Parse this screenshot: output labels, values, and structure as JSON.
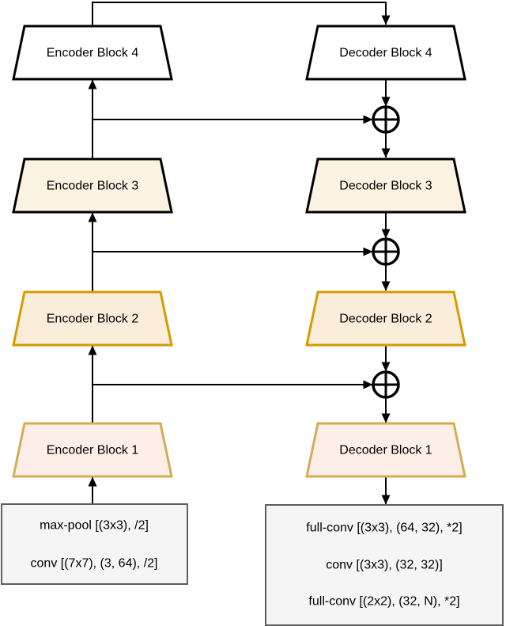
{
  "figure": {
    "description": "Encoder-decoder convolutional network architecture diagram with skip connections"
  },
  "encoder": {
    "blocks": [
      {
        "label": "Encoder Block 4"
      },
      {
        "label": "Encoder Block 3"
      },
      {
        "label": "Encoder Block 2"
      },
      {
        "label": "Encoder Block 1"
      }
    ],
    "input_ops": [
      "max-pool [(3x3), /2]",
      "conv [(7x7), (3, 64), /2]"
    ]
  },
  "decoder": {
    "blocks": [
      {
        "label": "Decoder Block 4"
      },
      {
        "label": "Decoder Block 3"
      },
      {
        "label": "Decoder Block 2"
      },
      {
        "label": "Decoder Block 1"
      }
    ],
    "output_ops": [
      "full-conv [(3x3), (64, 32), *2]",
      "conv [(3x3), (32, 32)]",
      "full-conv [(2x2), (32, N), *2]"
    ]
  },
  "junctions": {
    "symbol": "circled-plus",
    "count": 3
  },
  "styles": {
    "row4": {
      "fill": "#ffffff",
      "stroke": "#000000"
    },
    "row3": {
      "fill": "#fbf2e2",
      "stroke": "#000000"
    },
    "row2": {
      "fill": "#faeedb",
      "stroke": "#d79b00"
    },
    "row1": {
      "fill": "#fdeee8",
      "stroke": "#d3ad55"
    },
    "io_box": {
      "fill": "#f5f5f5",
      "stroke": "#5e5e5e"
    },
    "line": "#000000"
  }
}
